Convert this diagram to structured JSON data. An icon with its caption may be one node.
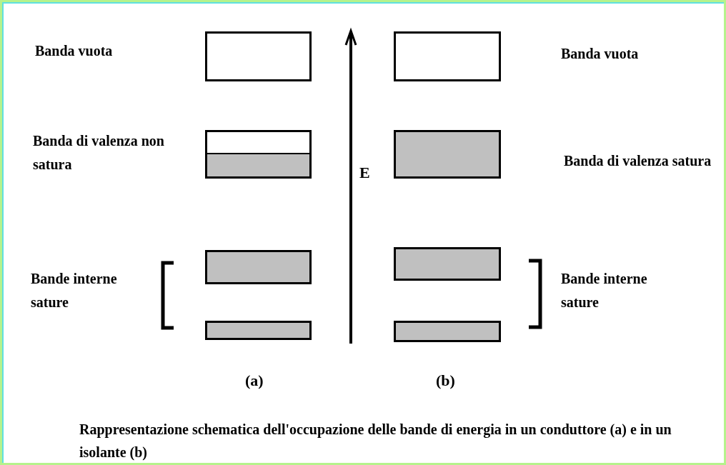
{
  "diagram": {
    "caption": "Rappresentazione schematica dell'occupazione delle bande di energia in un conduttore (a) e in un isolante (b)",
    "nodes": [
      {
        "text": [],
        "shape": "box"
      },
      {
        "text": [],
        "shape": "box"
      },
      {
        "text": [],
        "shape": "box"
      },
      {
        "text": [],
        "shape": "box"
      },
      {
        "text": [],
        "shape": "box"
      },
      {
        "text": [],
        "shape": "box"
      },
      {
        "text": [],
        "shape": "box"
      },
      {
        "text": [],
        "shape": "box"
      }
    ],
    "labels": [
      "Banda vuota",
      "Banda vuota",
      "Banda di valenza non satura",
      "E",
      "Banda di valenza satura",
      "Bande interne sature",
      "Bande interne sature",
      "(a)",
      "(b)"
    ]
  }
}
